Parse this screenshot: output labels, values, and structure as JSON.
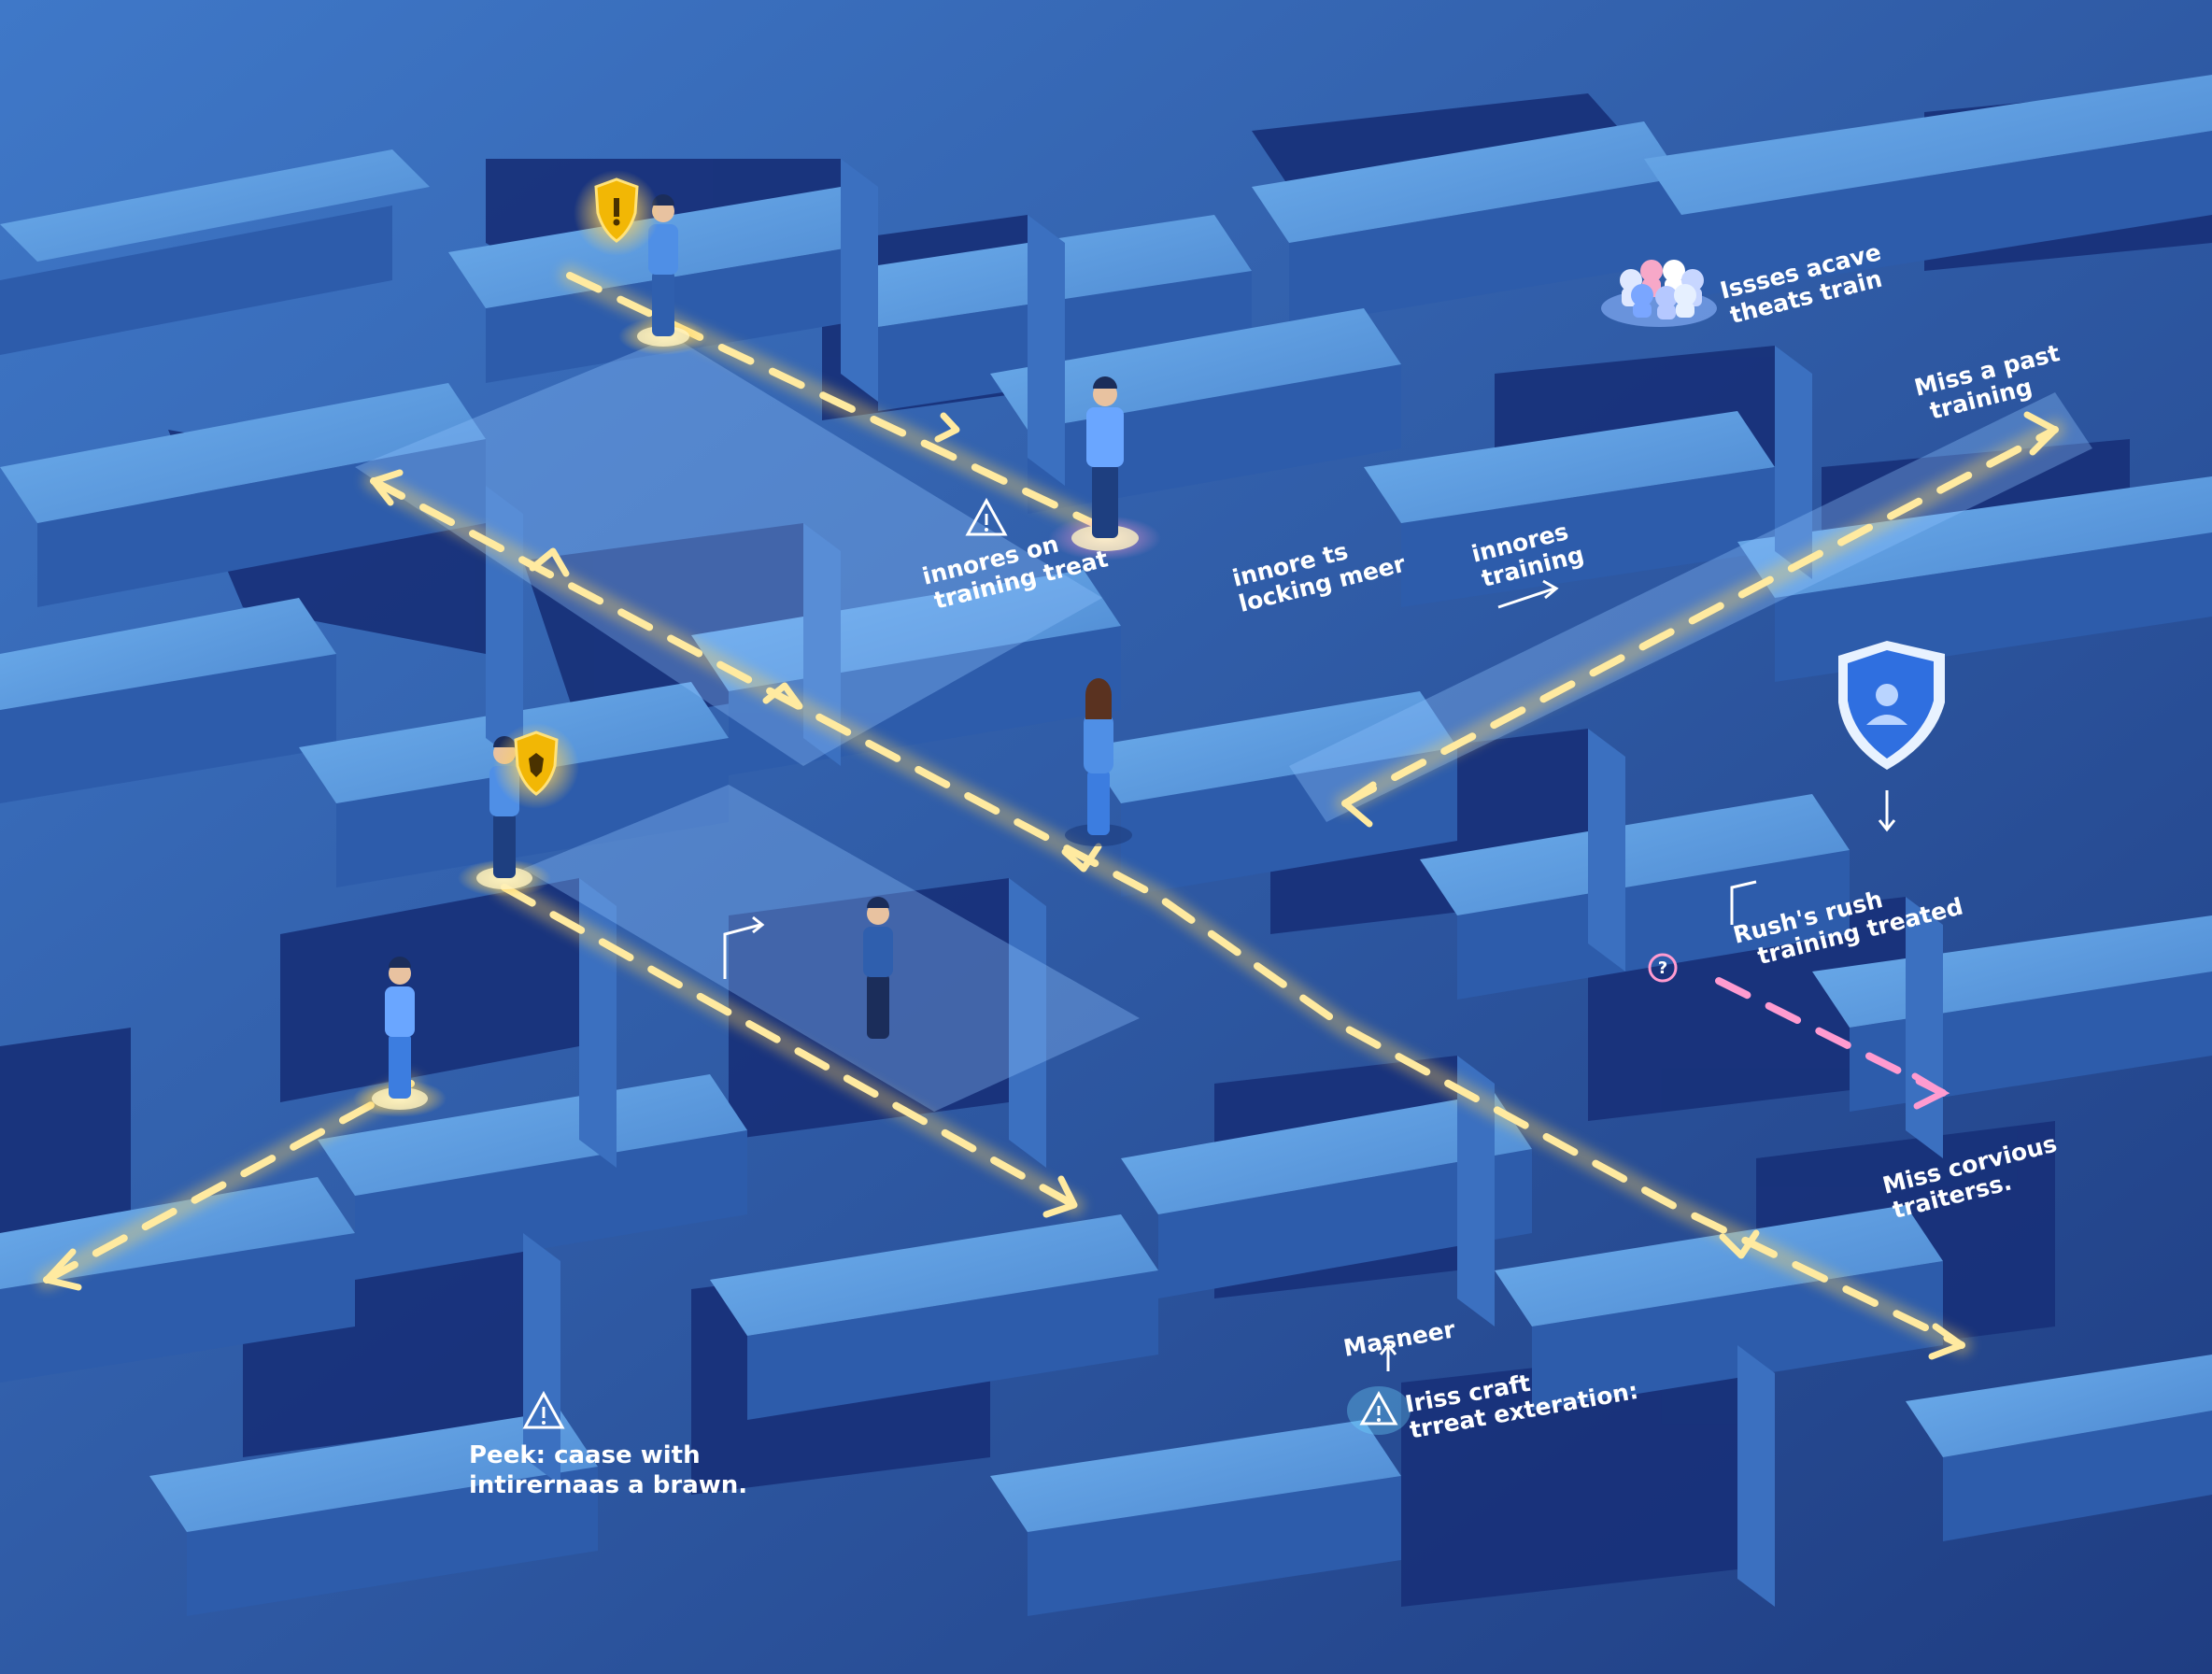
{
  "scene": {
    "colors": {
      "background": "#2b4f93",
      "wall_top": "#4f8fd6",
      "wall_front": "#2f5fae",
      "wall_side": "#3a6fbf",
      "pit": "#17306f",
      "path_yellow": "#ffe78a",
      "path_pink": "#ff9bd0",
      "label_text": "#ffffff",
      "shield_gold": "#f2b705",
      "shield_blue": "#2f6fe0"
    },
    "labels": {
      "l1": [
        "innores on",
        "training treat"
      ],
      "l2": [
        "innore ts",
        "locking meer"
      ],
      "l3": [
        "innores",
        "training"
      ],
      "l4": [
        "Issses acave",
        "theats train"
      ],
      "l5": [
        "Miss a past",
        "training"
      ],
      "l6": [
        "Rush's    rush",
        "training treated"
      ],
      "l7": [
        "Miss corvious",
        "traiterss."
      ],
      "l8": [
        "Masneer"
      ],
      "l9": [
        "Iriss craft",
        "trreat exteration:"
      ],
      "l10": [
        "Peek:  caase with",
        "intirernaas a brawn."
      ]
    },
    "icons": {
      "shield_gold_1": "shield-icon",
      "shield_gold_2": "shield-icon",
      "shield_blue": "user-shield-icon",
      "warning_1": "warning-icon",
      "warning_2": "warning-icon",
      "warning_3": "warning-icon",
      "question": "question-icon",
      "team": "team-icon"
    }
  }
}
